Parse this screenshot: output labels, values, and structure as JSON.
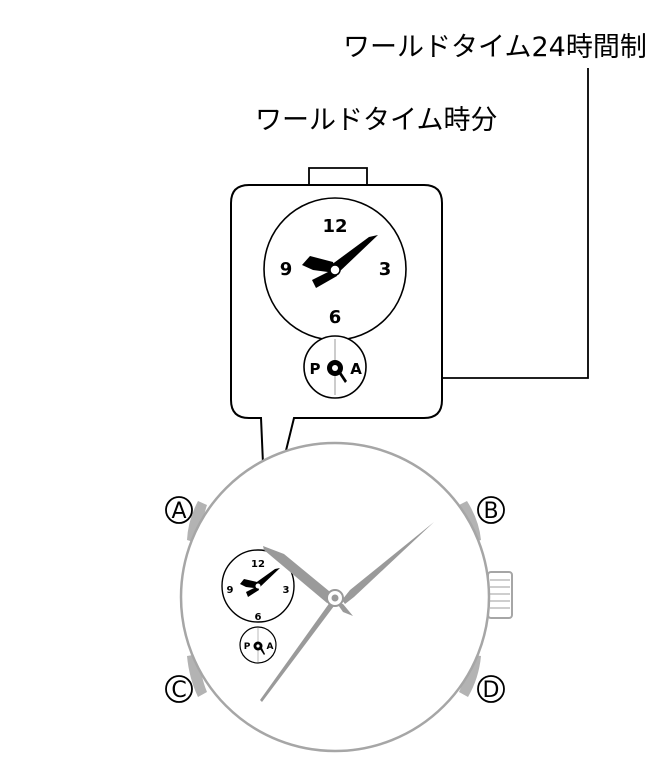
{
  "callouts": {
    "world_time_24h": "ワールドタイム24時間制",
    "world_time_hm": "ワールドタイム時分"
  },
  "dial": {
    "n12": "12",
    "n3": "3",
    "n6": "6",
    "n9": "9"
  },
  "indicator": {
    "p": "P",
    "a": "A"
  },
  "buttons": {
    "a": "A",
    "b": "B",
    "c": "C",
    "d": "D"
  },
  "colors": {
    "ink": "#000000",
    "case_gray": "#a6a6a6",
    "hand_gray": "#9a9a9a"
  }
}
